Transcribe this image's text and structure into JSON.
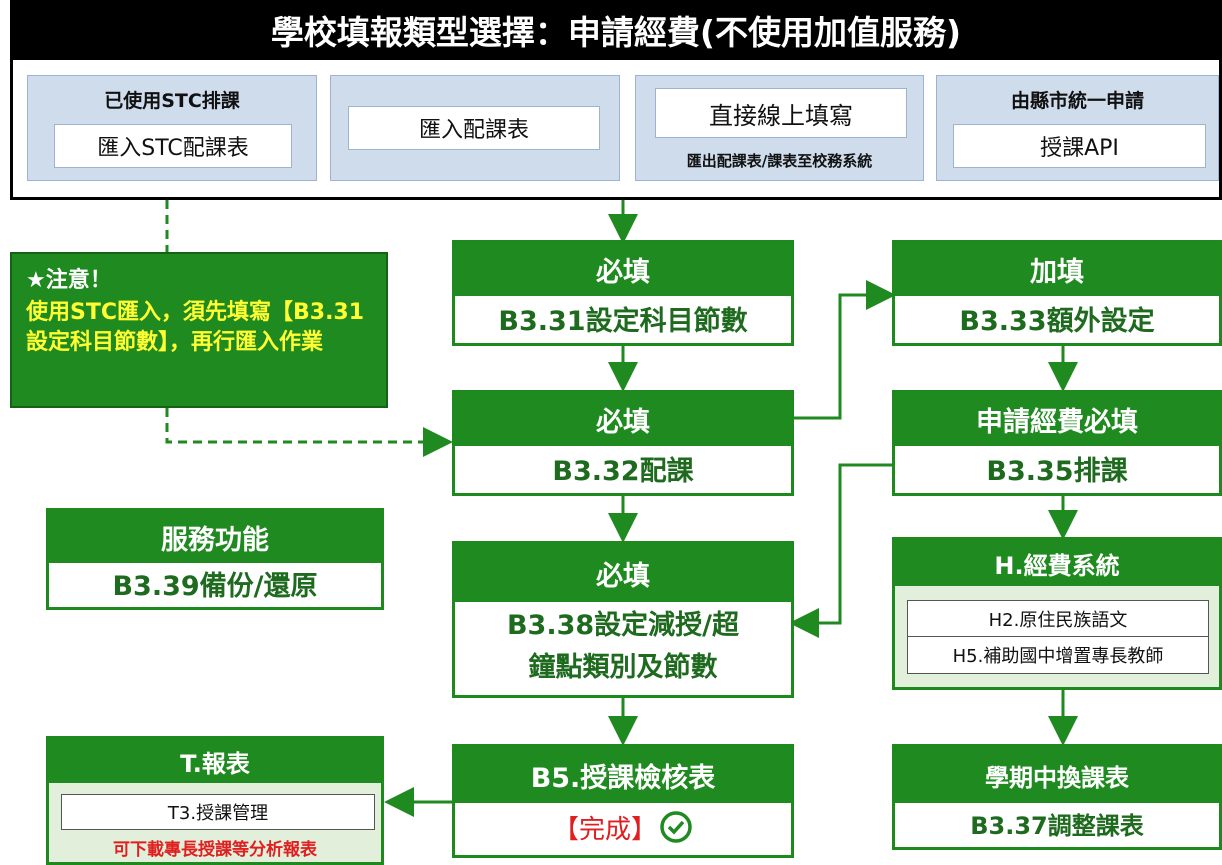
{
  "header": {
    "title": "學校填報類型選擇：申請經費(不使用加值服務)"
  },
  "options": [
    {
      "top_label": "已使用STC排課",
      "inner_label": "匯入STC配課表"
    },
    {
      "inner_label": "匯入配課表"
    },
    {
      "inner_label": "直接線上填寫",
      "sub_label": "匯出配課表/課表至校務系統"
    },
    {
      "top_label": "由縣市統一申請",
      "inner_label": "授課API"
    }
  ],
  "note": {
    "title": "★注意！",
    "body": "使用STC匯入，須先填寫【B3.31設定科目節數】，再行匯入作業"
  },
  "steps": {
    "b331": {
      "head": "必填",
      "body": "B3.31設定科目節數"
    },
    "b332": {
      "head": "必填",
      "body": "B3.32配課"
    },
    "b338": {
      "head": "必填",
      "body": "B3.38設定減授/超鐘點類別及節數"
    },
    "b5": {
      "head": "B5.授課檢核表",
      "body": "【完成】"
    },
    "b333": {
      "head": "加填",
      "body": "B3.33額外設定"
    },
    "b335": {
      "head": "申請經費必填",
      "body": "B3.35排課"
    },
    "h": {
      "head": "H.經費系統",
      "items": [
        "H2.原住民族語文",
        "H5.補助國中增置專長教師"
      ]
    },
    "b337": {
      "head": "學期中換課表",
      "body": "B3.37調整課表"
    },
    "service": {
      "head": "服務功能",
      "body": "B3.39備份/還原"
    },
    "t": {
      "head": "T.報表",
      "item": "T3.授課管理",
      "note": "可下載專長授課等分析報表"
    }
  },
  "colors": {
    "green": "#1f8a1f",
    "blue_box": "#cfdcec",
    "light_green": "#e2efda",
    "red": "#e02020",
    "yellow": "#ffff33"
  }
}
